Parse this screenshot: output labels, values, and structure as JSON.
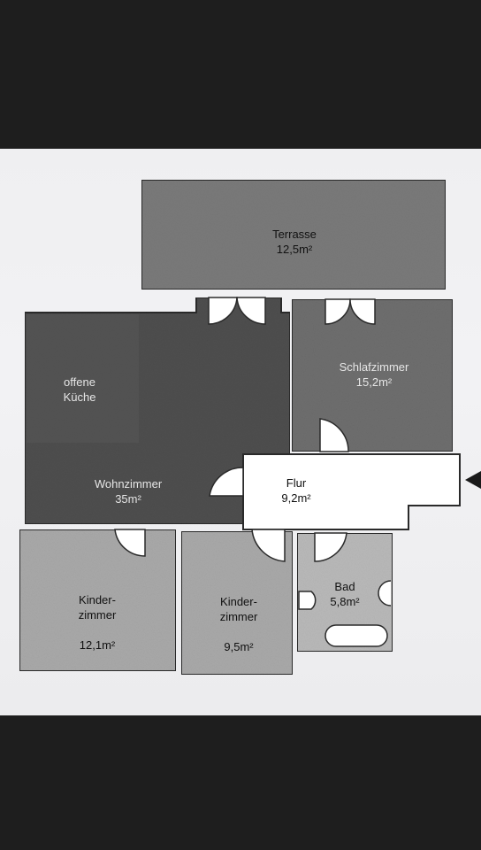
{
  "floor_plan": {
    "rooms": [
      {
        "id": "terrasse",
        "name": "Terrasse",
        "area": "12,5m²"
      },
      {
        "id": "kueche",
        "name": "offene\nKüche",
        "area": ""
      },
      {
        "id": "schlafzimmer",
        "name": "Schlafzimmer",
        "area": "15,2m²"
      },
      {
        "id": "flur",
        "name": "Flur",
        "area": "9,2m²"
      },
      {
        "id": "wohnzimmer",
        "name": "Wohnzimmer",
        "area": "35m²"
      },
      {
        "id": "kinder1",
        "name": "Kinder-\nzimmer",
        "area": "12,1m²"
      },
      {
        "id": "kinder2",
        "name": "Kinder-\nzimmer",
        "area": "9,5m²"
      },
      {
        "id": "bad",
        "name": "Bad",
        "area": "5,8m²"
      }
    ],
    "colors": {
      "paper": "#efeff1",
      "terrasse": "#7a7a7a",
      "living": "#4e4e4e",
      "bedroom": "#6e6e6e",
      "kids": "#a9a9a9",
      "bath": "#b9b9b9",
      "hall": "#ffffff",
      "wall": "#2a2a2a"
    }
  }
}
